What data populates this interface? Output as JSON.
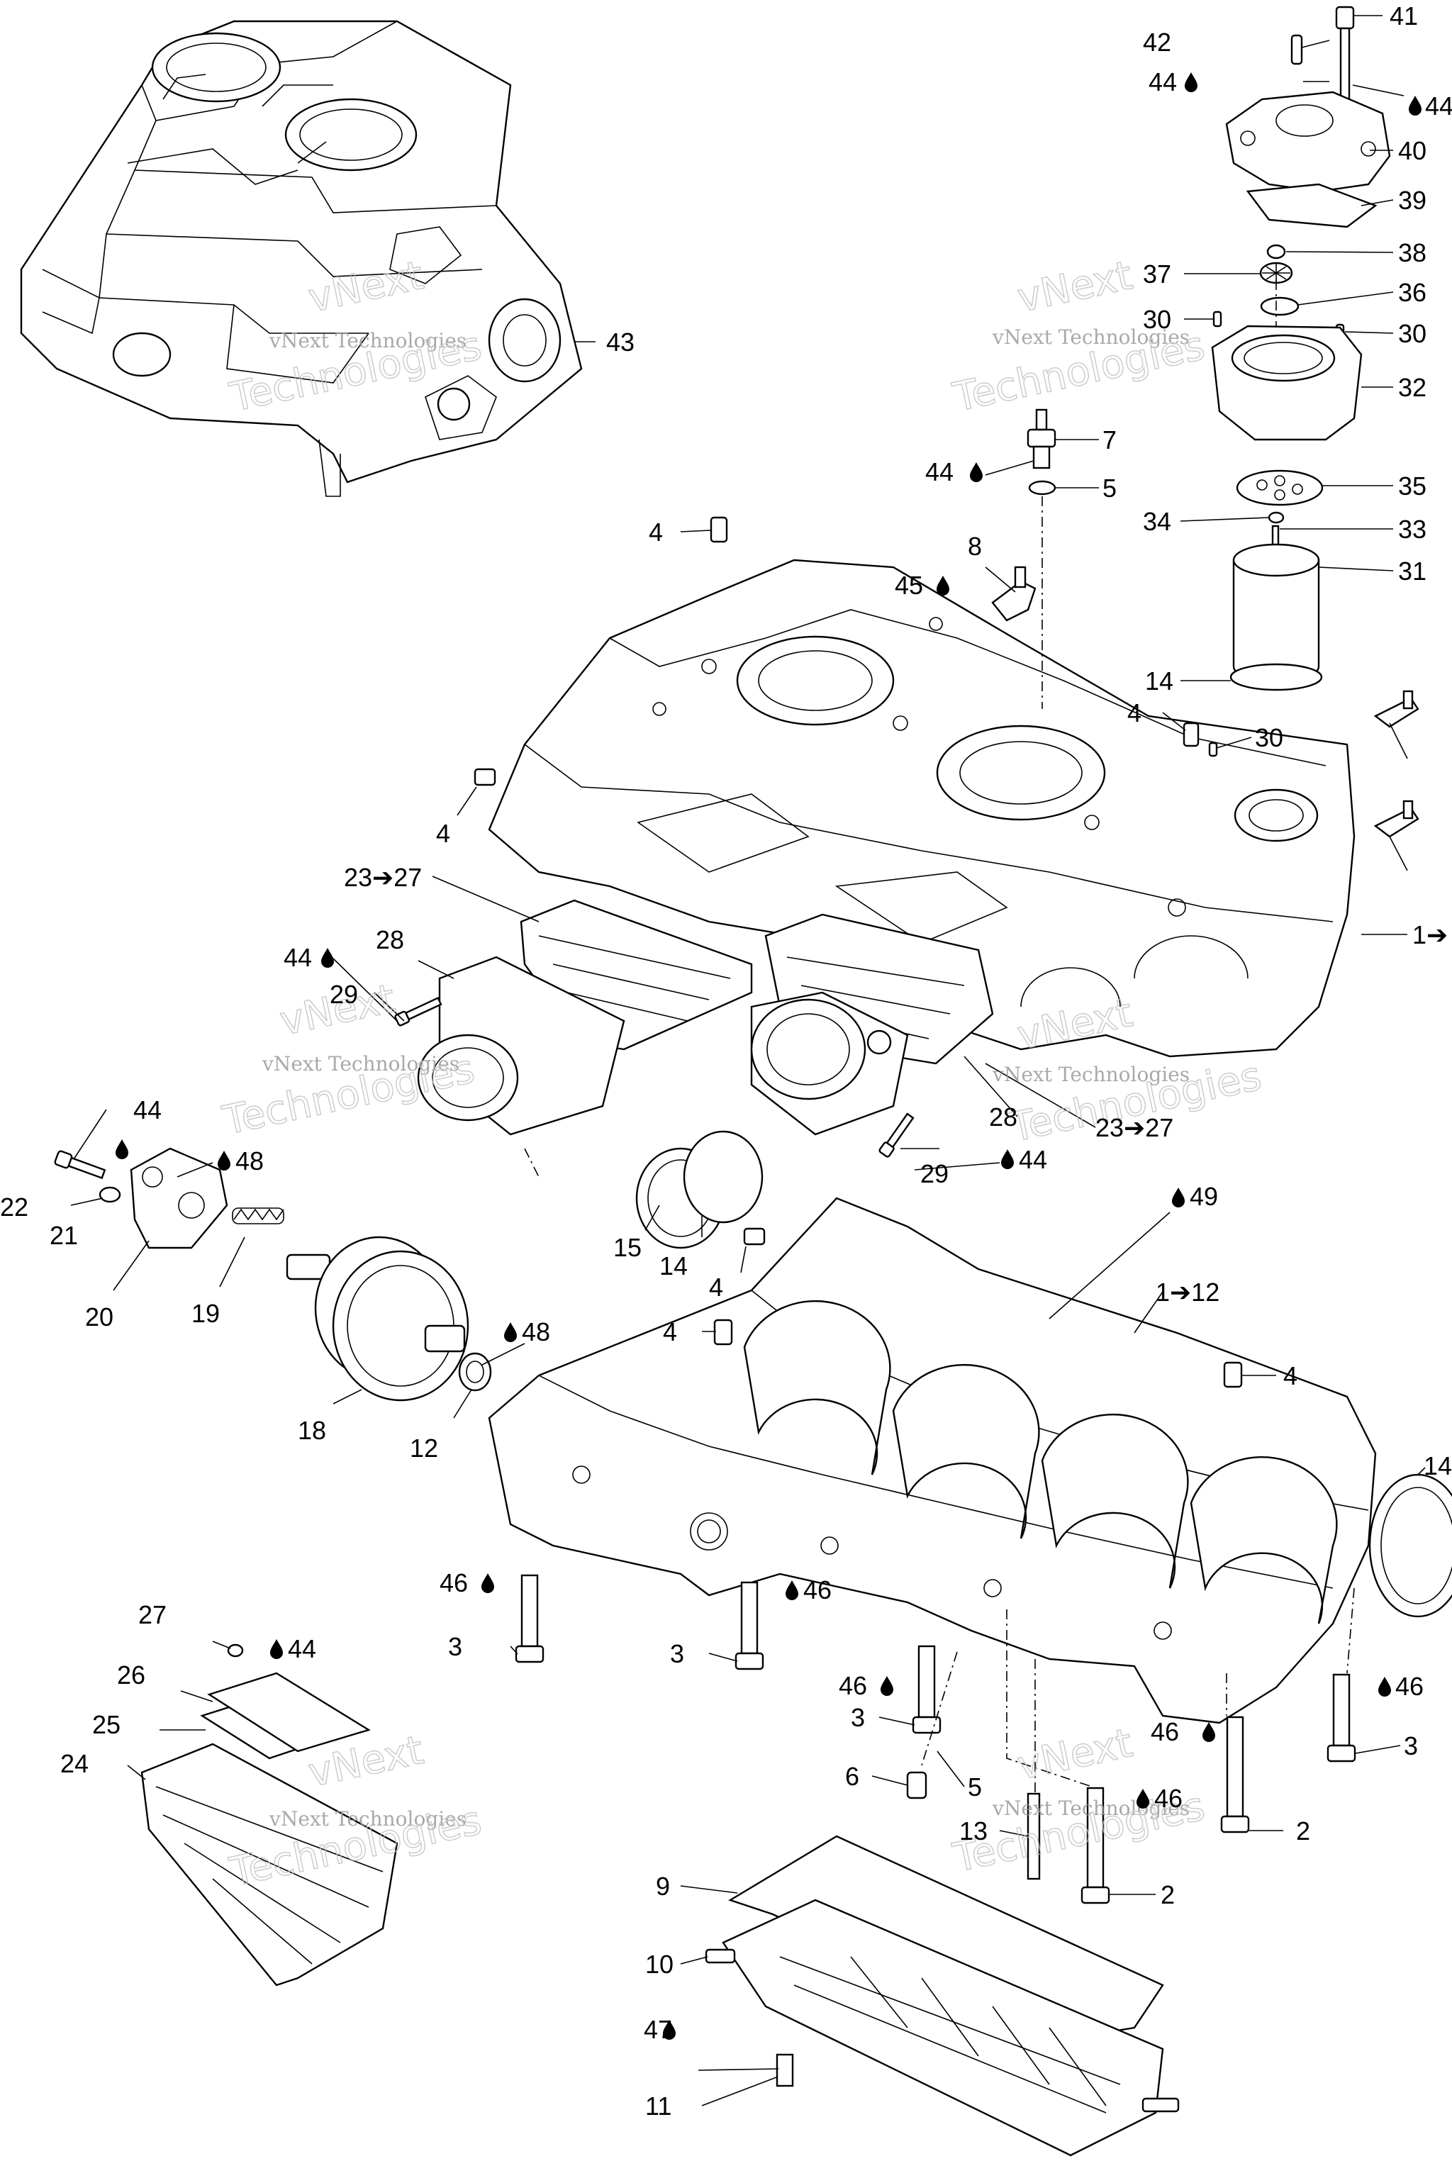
{
  "watermark": {
    "line1": "vNext Technologies",
    "line2": "vNext",
    "line3": "Technologies"
  },
  "callouts": {
    "c41": "41",
    "c42": "42",
    "c44a": "44",
    "c44b": "44",
    "c40": "40",
    "c39": "39",
    "c38": "38",
    "c37": "37",
    "c36": "36",
    "c30a": "30",
    "c30b": "30",
    "c32": "32",
    "c43": "43",
    "c7": "7",
    "c44c": "44",
    "c5a": "5",
    "c35": "35",
    "c34": "34",
    "c33": "33",
    "c4a": "4",
    "c8": "8",
    "c45": "45",
    "c31": "31",
    "c14a": "14",
    "c4b": "4",
    "c30c": "30",
    "c4c": "4",
    "c23a": "23➔27",
    "c1a": "1➔",
    "c28a": "28",
    "c44d": "44",
    "c29a": "29",
    "c44e": "44",
    "c22": "22",
    "c48a": "48",
    "c21": "21",
    "c28b": "28",
    "c23b": "23➔27",
    "c29b": "29",
    "c44f": "44",
    "c20": "20",
    "c19": "19",
    "c15": "15",
    "c14b": "14",
    "c4d": "4",
    "c49": "49",
    "c1b": "1➔12",
    "c48b": "48",
    "c4e": "4",
    "c18": "18",
    "c12": "12",
    "c4f": "4",
    "c14c": "14",
    "c46a": "46",
    "c3a": "3",
    "c46b": "46",
    "c3b": "3",
    "c27": "27",
    "c44g": "44",
    "c26": "26",
    "c25": "25",
    "c24": "24",
    "c46c": "46",
    "c3c": "3",
    "c46d": "46",
    "c3d": "3",
    "c46e": "46",
    "c2a": "2",
    "c6": "6",
    "c5b": "5",
    "c46f": "46",
    "c13": "13",
    "c2b": "2",
    "c9": "9",
    "c10": "10",
    "c47": "47",
    "c11": "11"
  }
}
